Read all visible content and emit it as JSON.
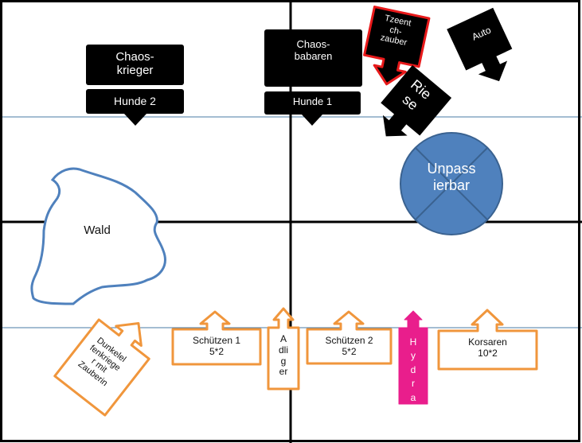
{
  "colors": {
    "grid": "#000000",
    "guide_line": "#4a7ba6",
    "unit_black": "#000000",
    "unit_text_light": "#ffffff",
    "tzeentch_border": "#e8191a",
    "orange_unit": "#f0963c",
    "hydra": "#e91e8c",
    "impassable_fill": "#4f81bd",
    "impassable_stroke": "#3a6290",
    "forest_stroke": "#4f81bd"
  },
  "terrain": {
    "forest": {
      "label": "Wald"
    },
    "impassable": {
      "label": "Unpass\nierbar"
    }
  },
  "enemy_units": {
    "chaos_warriors": {
      "label": "Chaos-\nkrieger"
    },
    "hounds_2": {
      "label": "Hunde 2"
    },
    "chaos_barbarians": {
      "label": "Chaos-\nbabaren"
    },
    "hounds_1": {
      "label": "Hunde 1"
    },
    "tzeentch_spell": {
      "label": "Tzeent\nch-\nzauber"
    },
    "giant": {
      "label": "Rie\nse"
    },
    "car": {
      "label": "Auto"
    }
  },
  "player_units": {
    "dark_elf_warriors": {
      "label": "Dunkelel\nfenkriege\nr mit\nZauberin"
    },
    "shooters_1": {
      "label": "Schützen 1\n5*2"
    },
    "noble": {
      "label": "A\ndli\ng\ner"
    },
    "shooters_2": {
      "label": "Schützen 2\n5*2"
    },
    "hydra": {
      "label": "H\ny\nd\nr\na"
    },
    "corsairs": {
      "label": "Korsaren\n10*2"
    }
  }
}
